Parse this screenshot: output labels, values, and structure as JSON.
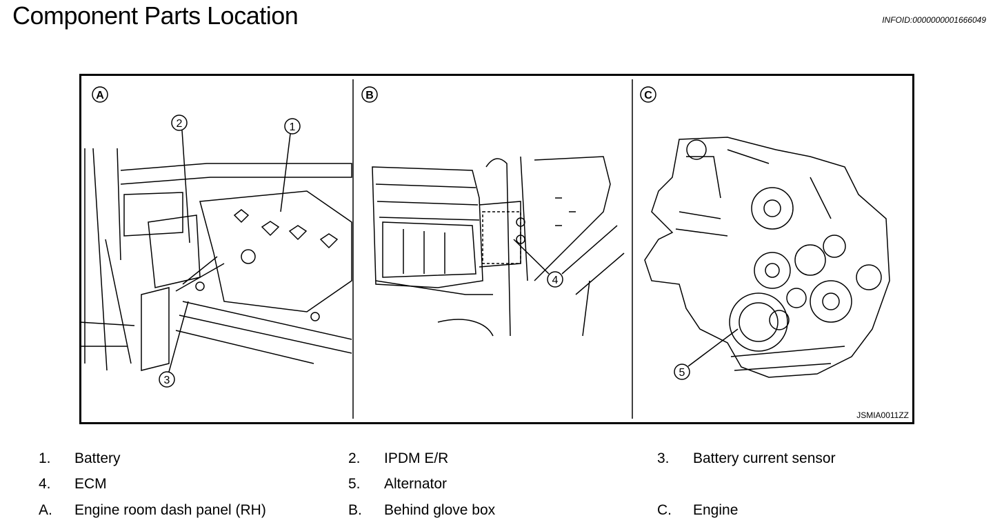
{
  "header": {
    "title": "Component Parts Location",
    "info_id": "INFOID:0000000001666049"
  },
  "figure": {
    "figure_id": "JSMIA0011ZZ",
    "panels": [
      {
        "letter": "A",
        "callouts": [
          "1",
          "2",
          "3"
        ]
      },
      {
        "letter": "B",
        "callouts": [
          "4"
        ]
      },
      {
        "letter": "C",
        "callouts": [
          "5"
        ]
      }
    ]
  },
  "legend": [
    [
      {
        "num": "1.",
        "text": "Battery"
      },
      {
        "num": "2.",
        "text": "IPDM E/R"
      },
      {
        "num": "3.",
        "text": "Battery current sensor"
      }
    ],
    [
      {
        "num": "4.",
        "text": "ECM"
      },
      {
        "num": "5.",
        "text": "Alternator"
      },
      {
        "num": "",
        "text": ""
      }
    ],
    [
      {
        "num": "A.",
        "text": "Engine room dash panel (RH)"
      },
      {
        "num": "B.",
        "text": "Behind glove box"
      },
      {
        "num": "C.",
        "text": "Engine"
      }
    ]
  ]
}
